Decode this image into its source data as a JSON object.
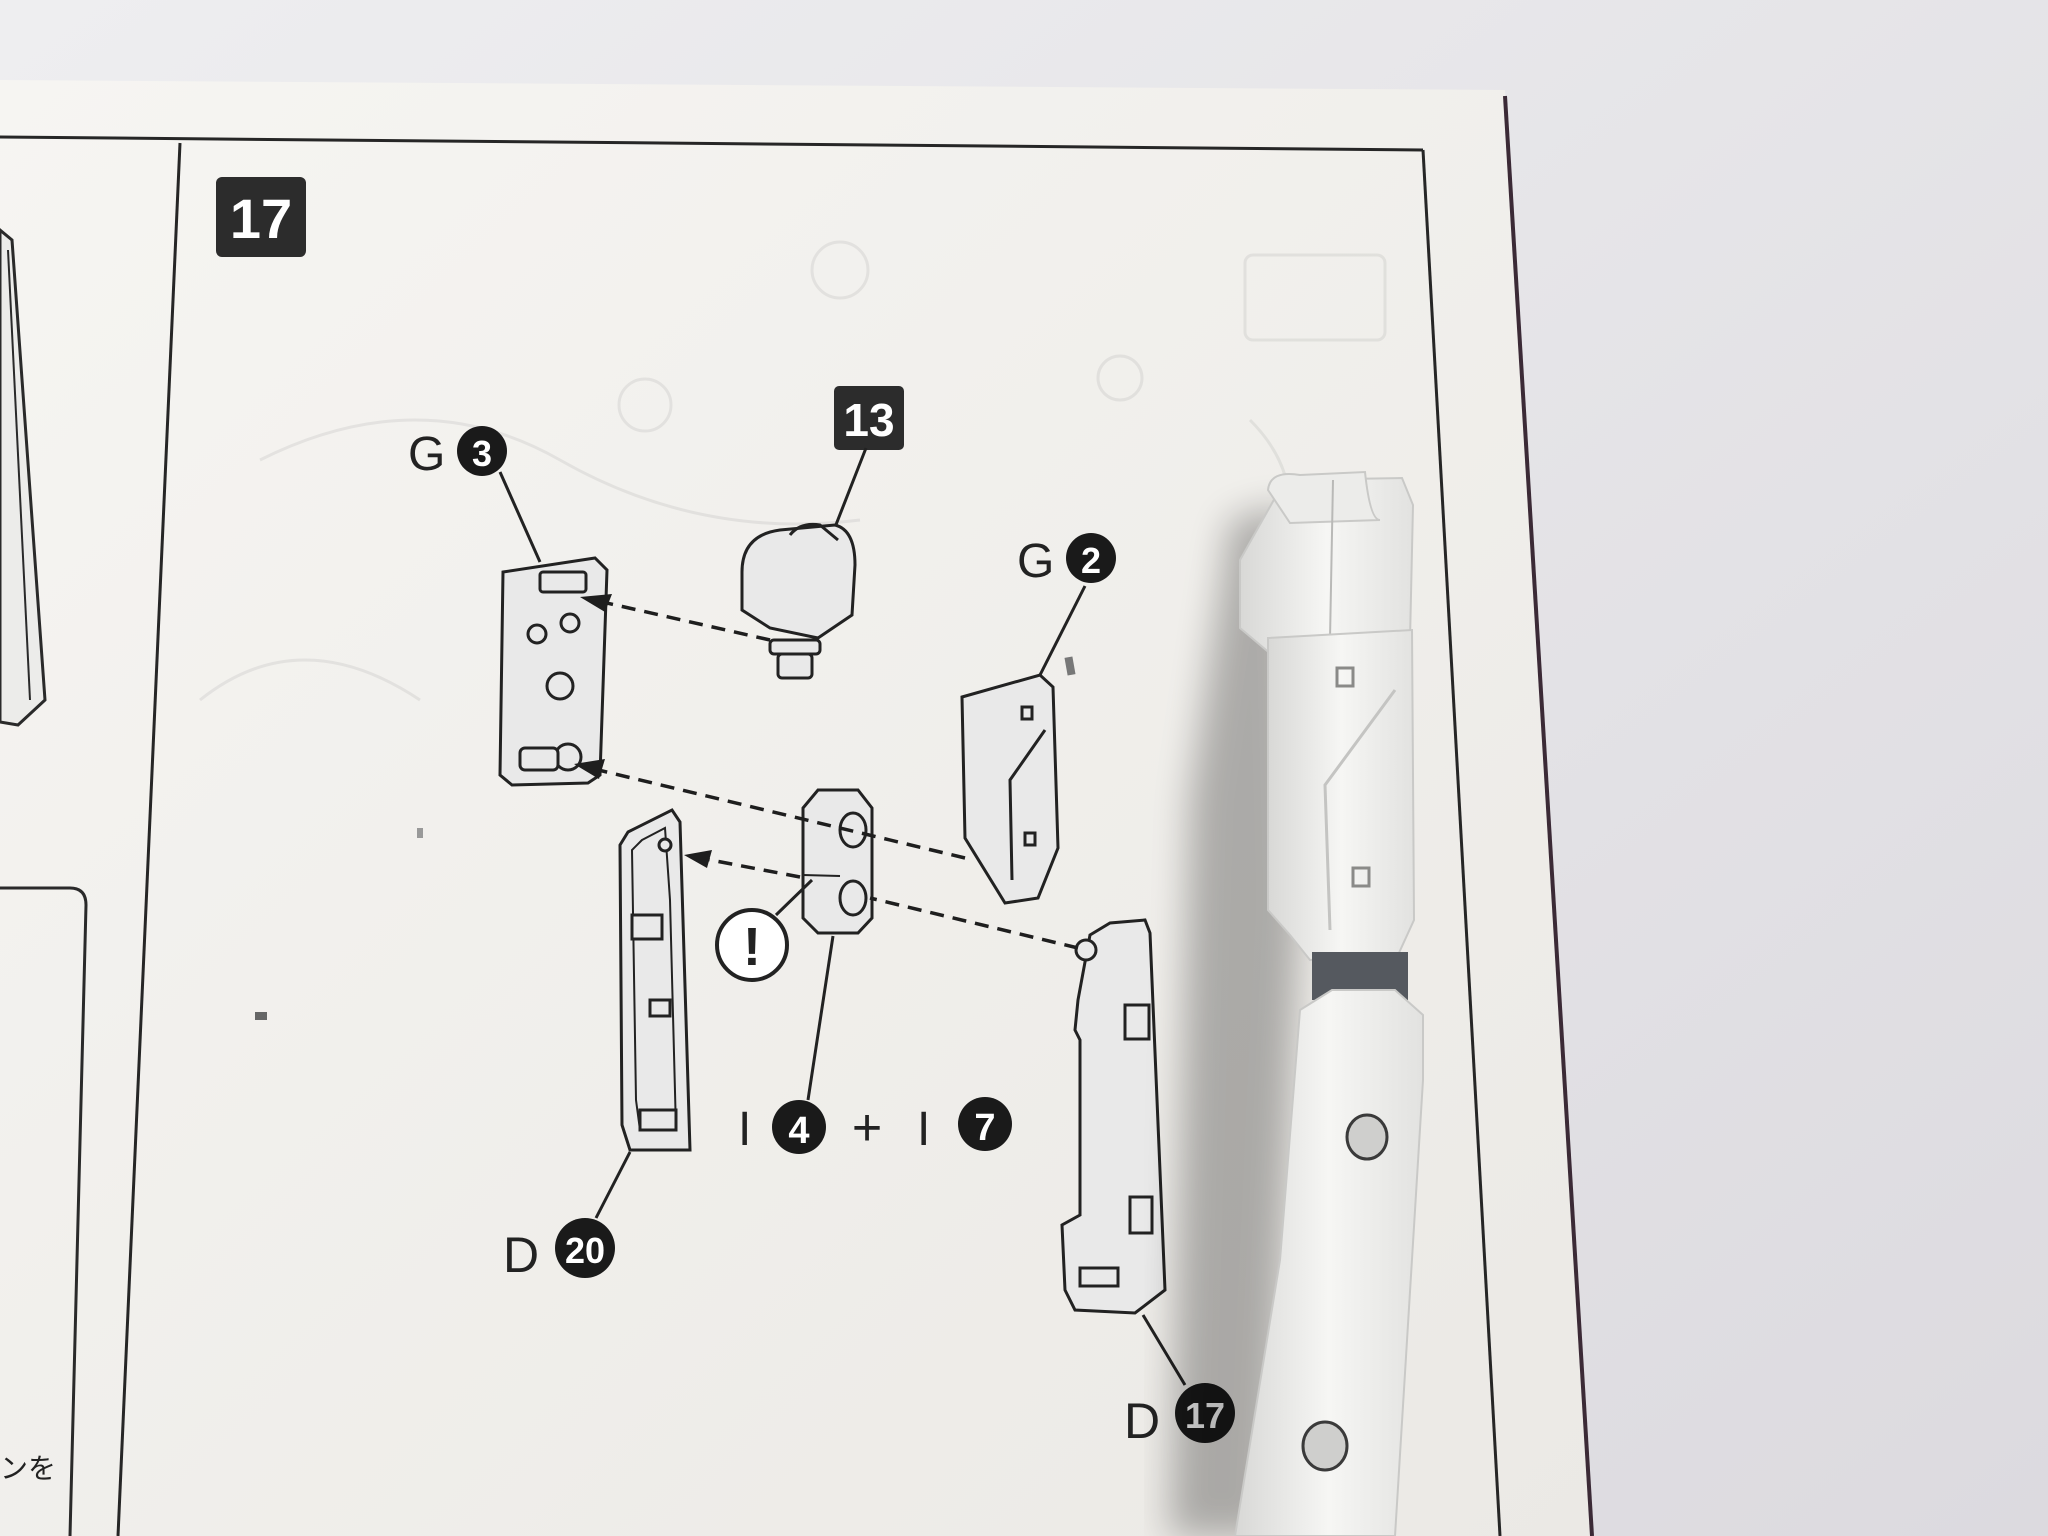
{
  "manual": {
    "step_number": "17",
    "sub_step": "13",
    "parts": [
      {
        "letter": "G",
        "number": "3"
      },
      {
        "letter": "G",
        "number": "2"
      },
      {
        "letter": "D",
        "number": "20"
      },
      {
        "letter": "D",
        "number": "17"
      }
    ],
    "combo": {
      "first_letter": "I",
      "first_number": "4",
      "plus": "+",
      "second_letter": "I",
      "second_number": "7"
    },
    "caution_symbol": "!",
    "margin_text": "ンを"
  },
  "colors": {
    "background": "#e4e2e5",
    "paper": "#f3f2ee",
    "ink": "#1e1e1e",
    "part_gray": "#e9e9e9",
    "model_white": "#f4f4f2",
    "model_joint": "#55595f"
  }
}
